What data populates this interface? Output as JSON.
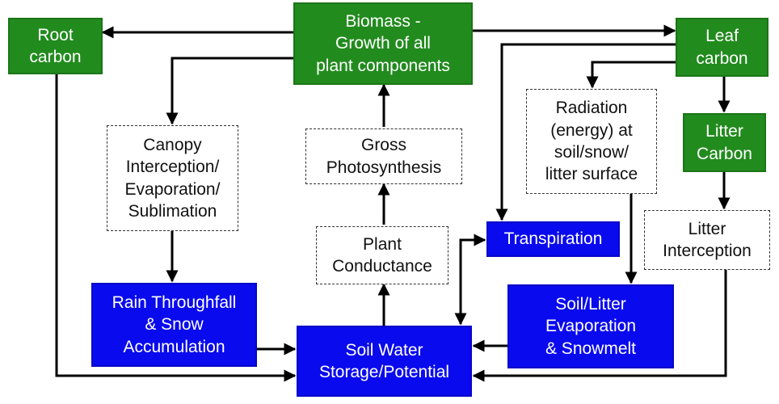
{
  "colors": {
    "carbon_node": "#228b1e",
    "water_node": "#0a0aee",
    "process_node_border": "#333333",
    "arrow": "#000000"
  },
  "nodes": {
    "biomass": "Biomass -\nGrowth of all\nplant components",
    "root_carbon": "Root\ncarbon",
    "leaf_carbon": "Leaf\ncarbon",
    "litter_carbon": "Litter\nCarbon",
    "canopy_interception": "Canopy\nInterception/\nEvaporation/\nSublimation",
    "gross_photosynthesis": "Gross\nPhotosynthesis",
    "radiation": "Radiation\n(energy) at\nsoil/snow/\nlitter surface",
    "plant_conductance": "Plant\nConductance",
    "transpiration": "Transpiration",
    "litter_interception": "Litter\nInterception",
    "rain_throughfall": "Rain Throughfall\n& Snow\nAccumulation",
    "soil_water": "Soil Water\nStorage/Potential",
    "soil_litter_evaporation": "Soil/Litter\nEvaporation\n& Snowmelt"
  }
}
